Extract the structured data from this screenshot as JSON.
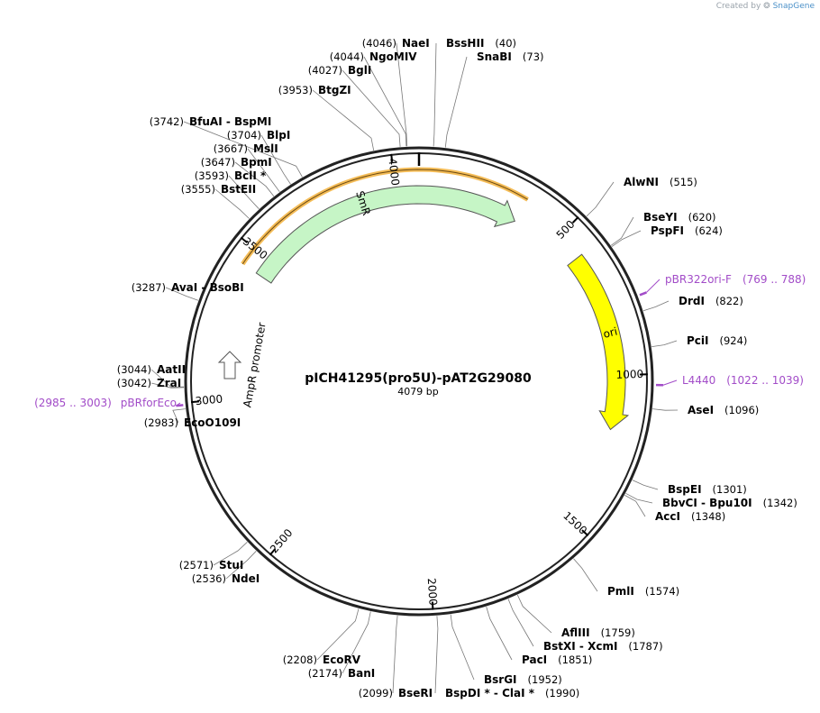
{
  "credit": {
    "prefix": "Created by",
    "brand": "SnapGene"
  },
  "plasmid": {
    "name": "pICH41295(pro5U)-pAT2G29080",
    "length_label": "4079 bp",
    "length": 4079
  },
  "ticks": [
    {
      "pos": 500,
      "label": "500"
    },
    {
      "pos": 1000,
      "label": "1000"
    },
    {
      "pos": 1500,
      "label": "1500"
    },
    {
      "pos": 2000,
      "label": "2000"
    },
    {
      "pos": 2500,
      "label": "2500"
    },
    {
      "pos": 3000,
      "label": "3000"
    },
    {
      "pos": 3500,
      "label": "3500"
    },
    {
      "pos": 4000,
      "label": "4000"
    }
  ],
  "features": [
    {
      "name": "SmR",
      "start": 3440,
      "end": 350,
      "color": "#c6f5c6"
    },
    {
      "name": "ori",
      "start": 590,
      "end": 1180,
      "color": "#ffff00"
    },
    {
      "name": "AmpR promoter",
      "start": 3080,
      "end": 3185,
      "color": "#ffffff"
    }
  ],
  "sites": [
    {
      "name": "NaeI",
      "pos_label": "(4046)",
      "pos": 4046,
      "side": "L"
    },
    {
      "name": "NgoMIV",
      "pos_label": "(4044)",
      "pos": 4044,
      "side": "L"
    },
    {
      "name": "BglI",
      "pos_label": "(4027)",
      "pos": 4027,
      "side": "L"
    },
    {
      "name": "BtgZI",
      "pos_label": "(3953)",
      "pos": 3953,
      "side": "L"
    },
    {
      "name": "BfuAI  -  BspMI",
      "pos_label": "(3742)",
      "pos": 3742,
      "side": "L"
    },
    {
      "name": "BlpI",
      "pos_label": "(3704)",
      "pos": 3704,
      "side": "L"
    },
    {
      "name": "MslI",
      "pos_label": "(3667)",
      "pos": 3667,
      "side": "L"
    },
    {
      "name": "BpmI",
      "pos_label": "(3647)",
      "pos": 3647,
      "side": "L"
    },
    {
      "name": "BclI *",
      "pos_label": "(3593)",
      "pos": 3593,
      "side": "L"
    },
    {
      "name": "BstEII",
      "pos_label": "(3555)",
      "pos": 3555,
      "side": "L"
    },
    {
      "name": "AvaI  -  BsoBI",
      "pos_label": "(3287)",
      "pos": 3287,
      "side": "L"
    },
    {
      "name": "AatII",
      "pos_label": "(3044)",
      "pos": 3044,
      "side": "L"
    },
    {
      "name": "ZraI",
      "pos_label": "(3042)",
      "pos": 3042,
      "side": "L"
    },
    {
      "name": "EcoO109I",
      "pos_label": "(2983)",
      "pos": 2983,
      "side": "L"
    },
    {
      "name": "StuI",
      "pos_label": "(2571)",
      "pos": 2571,
      "side": "L"
    },
    {
      "name": "NdeI",
      "pos_label": "(2536)",
      "pos": 2536,
      "side": "L"
    },
    {
      "name": "EcoRV",
      "pos_label": "(2208)",
      "pos": 2208,
      "side": "L"
    },
    {
      "name": "BanI",
      "pos_label": "(2174)",
      "pos": 2174,
      "side": "L"
    },
    {
      "name": "BseRI",
      "pos_label": "(2099)",
      "pos": 2099,
      "side": "L"
    },
    {
      "name": "BssHII",
      "pos_label": "(40)",
      "pos": 40,
      "side": "R"
    },
    {
      "name": "SnaBI",
      "pos_label": "(73)",
      "pos": 73,
      "side": "R"
    },
    {
      "name": "AlwNI",
      "pos_label": "(515)",
      "pos": 515,
      "side": "R"
    },
    {
      "name": "BseYI",
      "pos_label": "(620)",
      "pos": 620,
      "side": "R"
    },
    {
      "name": "PspFI",
      "pos_label": "(624)",
      "pos": 624,
      "side": "R"
    },
    {
      "name": "DrdI",
      "pos_label": "(822)",
      "pos": 822,
      "side": "R"
    },
    {
      "name": "PciI",
      "pos_label": "(924)",
      "pos": 924,
      "side": "R"
    },
    {
      "name": "AseI",
      "pos_label": "(1096)",
      "pos": 1096,
      "side": "R"
    },
    {
      "name": "BspEI",
      "pos_label": "(1301)",
      "pos": 1301,
      "side": "R"
    },
    {
      "name": "BbvCI  -  Bpu10I",
      "pos_label": "(1342)",
      "pos": 1342,
      "side": "R"
    },
    {
      "name": "AccI",
      "pos_label": "(1348)",
      "pos": 1348,
      "side": "R"
    },
    {
      "name": "PmlI",
      "pos_label": "(1574)",
      "pos": 1574,
      "side": "R"
    },
    {
      "name": "AflIII",
      "pos_label": "(1759)",
      "pos": 1759,
      "side": "R"
    },
    {
      "name": "BstXI  -  XcmI",
      "pos_label": "(1787)",
      "pos": 1787,
      "side": "R"
    },
    {
      "name": "PacI",
      "pos_label": "(1851)",
      "pos": 1851,
      "side": "R"
    },
    {
      "name": "BsrGI",
      "pos_label": "(1952)",
      "pos": 1952,
      "side": "R"
    },
    {
      "name": "BspDI *  -  ClaI *",
      "pos_label": "(1990)",
      "pos": 1990,
      "side": "R"
    }
  ],
  "primers": [
    {
      "name": "pBR322ori-F",
      "range": "(769 .. 788)",
      "pos": 778,
      "side": "R"
    },
    {
      "name": "L4440",
      "range": "(1022 .. 1039)",
      "pos": 1030,
      "side": "R"
    },
    {
      "name": "pBRforEco",
      "range": "(2985 .. 3003)",
      "pos": 2994,
      "side": "L"
    }
  ]
}
